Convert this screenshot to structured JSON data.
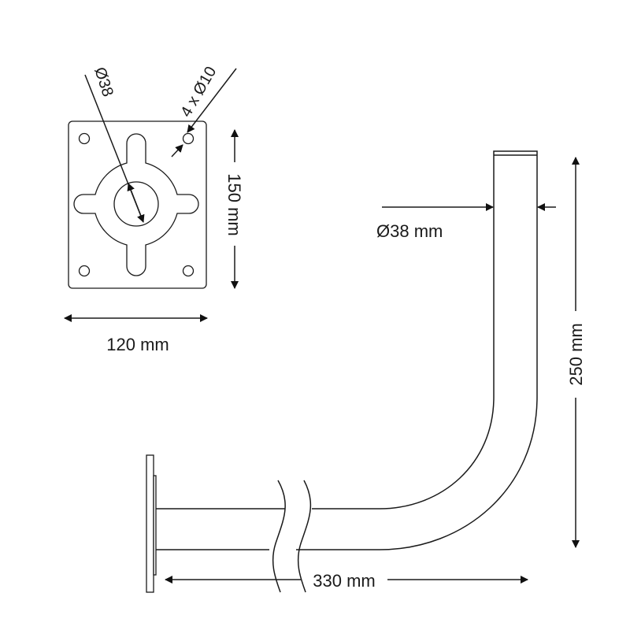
{
  "plate": {
    "hole_diameter_label": "Ø38",
    "bolt_holes_label": "4 x Ø10",
    "height_label": "150 mm",
    "width_label": "120 mm"
  },
  "bracket": {
    "tube_diameter_label": "Ø38 mm",
    "height_label": "250 mm",
    "length_label": "330 mm"
  },
  "colors": {
    "line": "#1a1a1a",
    "background": "#ffffff"
  }
}
